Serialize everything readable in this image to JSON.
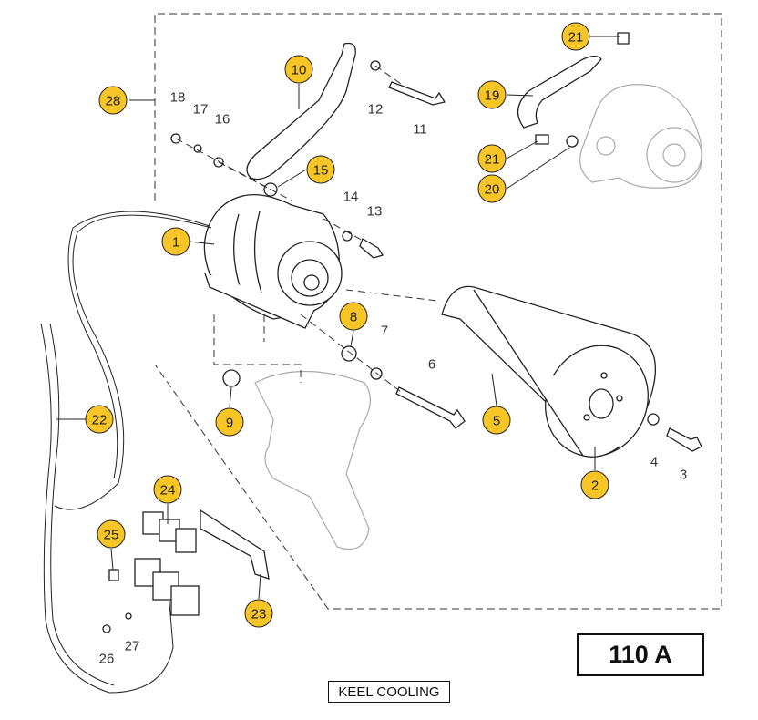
{
  "page_label": "110 A",
  "caption": "KEEL COOLING",
  "colors": {
    "callout_fill": "#F7C526",
    "line": "#222222",
    "ghost_part": "#aaaaaa"
  },
  "callouts": [
    "28",
    "10",
    "15",
    "1",
    "8",
    "9",
    "22",
    "24",
    "25",
    "23",
    "5",
    "2",
    "19",
    "21",
    "21",
    "20"
  ],
  "part_numbers": [
    "18",
    "17",
    "16",
    "12",
    "11",
    "14",
    "13",
    "7",
    "6",
    "4",
    "3",
    "26",
    "27"
  ]
}
